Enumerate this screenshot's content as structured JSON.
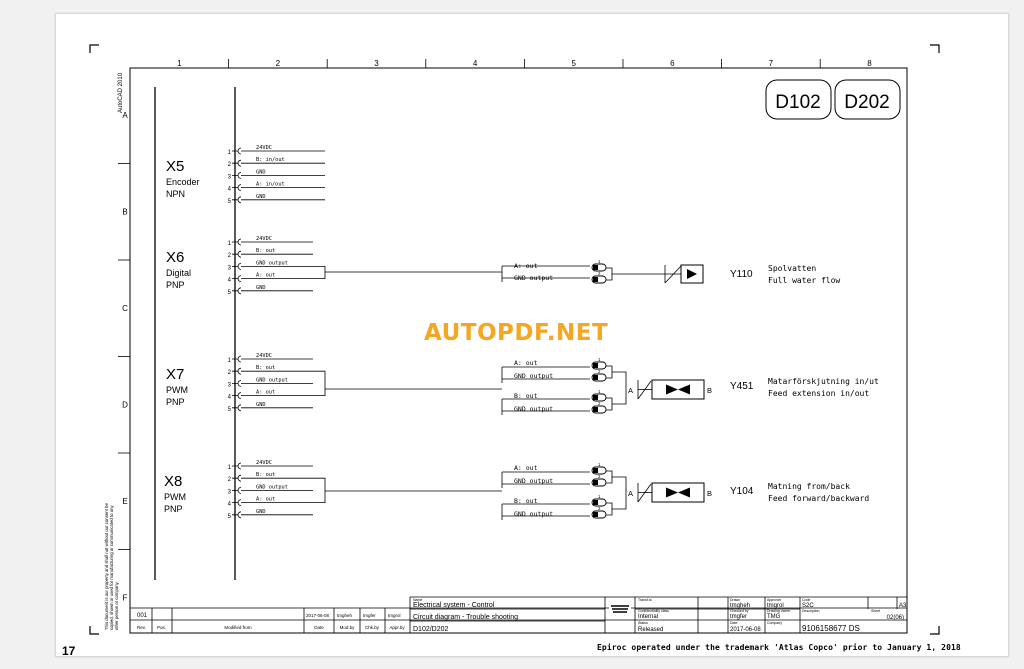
{
  "document": {
    "page_number": "17",
    "footer_note": "Epiroc operated under the trademark 'Atlas Copco' prior to January 1, 2018",
    "watermark": "AUTOPDF.NET",
    "side_label": "AutoCAD 2010",
    "side_note": "This document is our property and shall not without our consent be copied, shown or used for manufacturing or communicated to any other person or company."
  },
  "grid": {
    "columns": [
      "1",
      "2",
      "3",
      "4",
      "5",
      "6",
      "7",
      "8"
    ],
    "rows": [
      "A",
      "B",
      "C",
      "D",
      "E",
      "F"
    ]
  },
  "sheet_tags": [
    "D102",
    "D202"
  ],
  "connectors": [
    {
      "id": "X5",
      "line1": "Encoder",
      "line2": "NPN",
      "pins": [
        {
          "num": "1",
          "label": "24VDC"
        },
        {
          "num": "2",
          "label": "B: in/out"
        },
        {
          "num": "3",
          "label": "GND"
        },
        {
          "num": "4",
          "label": "A: in/out"
        },
        {
          "num": "5",
          "label": "GND"
        }
      ]
    },
    {
      "id": "X6",
      "line1": "Digital",
      "line2": "PNP",
      "pins": [
        {
          "num": "1",
          "label": "24VDC"
        },
        {
          "num": "2",
          "label": "B: out"
        },
        {
          "num": "3",
          "label": "GND output"
        },
        {
          "num": "4",
          "label": "A: out"
        },
        {
          "num": "5",
          "label": "GND"
        }
      ]
    },
    {
      "id": "X7",
      "line1": "PWM",
      "line2": "PNP",
      "pins": [
        {
          "num": "1",
          "label": "24VDC"
        },
        {
          "num": "2",
          "label": "B: out"
        },
        {
          "num": "3",
          "label": "GND output"
        },
        {
          "num": "4",
          "label": "A: out"
        },
        {
          "num": "5",
          "label": "GND"
        }
      ]
    },
    {
      "id": "X8",
      "line1": "PWM",
      "line2": "PNP",
      "pins": [
        {
          "num": "1",
          "label": "24VDC"
        },
        {
          "num": "2",
          "label": "B: out"
        },
        {
          "num": "3",
          "label": "GND output"
        },
        {
          "num": "4",
          "label": "A: out"
        },
        {
          "num": "5",
          "label": "GND"
        }
      ]
    }
  ],
  "outputs": [
    {
      "id": "Y110",
      "sv": "Spolvatten",
      "en": "Full water flow",
      "wires": [
        "A: out",
        "GND output"
      ],
      "pins": [
        "1",
        "2"
      ]
    },
    {
      "id": "Y451",
      "sv": "Matarförskjutning in/ut",
      "en": "Feed extension in/out",
      "wires": [
        "A: out",
        "GND output",
        "B: out",
        "GND output"
      ],
      "pins": [
        "1",
        "2",
        "1",
        "2"
      ],
      "coil_a": "A",
      "coil_b": "B"
    },
    {
      "id": "Y104",
      "sv": "Matning from/back",
      "en": "Feed forward/backward",
      "wires": [
        "A: out",
        "GND output",
        "B: out",
        "GND output"
      ],
      "pins": [
        "1",
        "2",
        "1",
        "2"
      ],
      "coil_a": "A",
      "coil_b": "B"
    }
  ],
  "title_block": {
    "rev_no": "001",
    "mod_date": "2017-06-08",
    "mod_by": "tmgheh",
    "mod_chk": "tmgfer",
    "mod_appr": "tmgrol",
    "hdr_rev": "Rev.",
    "hdr_pos": "Pos.",
    "hdr_modified": "Modified from",
    "hdr_date": "Date",
    "hdr_modby": "Mod.by",
    "hdr_chk": "Chk.by",
    "hdr_appr": "Appr.by",
    "name_caption": "Name",
    "name": "Electrical system - Control",
    "subtitle": "Circuit diagram - Trouble shooting",
    "sheets": "D102/D202",
    "transfer_caption": "Transf.to",
    "conf_caption": "Confidentiality class",
    "conf": "Internal",
    "status_caption": "Status",
    "status": "Released",
    "drawn_caption": "Drawn",
    "drawn": "tmgheh",
    "checked_caption": "Checked by",
    "checked": "tmgfer",
    "drawing_owner_caption": "Drawing owner",
    "drawing_owner": "TMG",
    "date_caption": "Date",
    "date": "2017-06-08",
    "approver_caption": "Approver",
    "approver": "tmgrol",
    "company_caption": "Company",
    "code_caption": "Code",
    "code": "S2C",
    "size": "A3",
    "description_caption": "Description",
    "sheet_caption": "Sheet",
    "sheet": "02(06)",
    "doc_number": "9106158677 DS"
  },
  "colors": {
    "line": "#000000",
    "page": "#ffffff",
    "watermark": "#f5a623",
    "background": "#f1f1f1"
  }
}
